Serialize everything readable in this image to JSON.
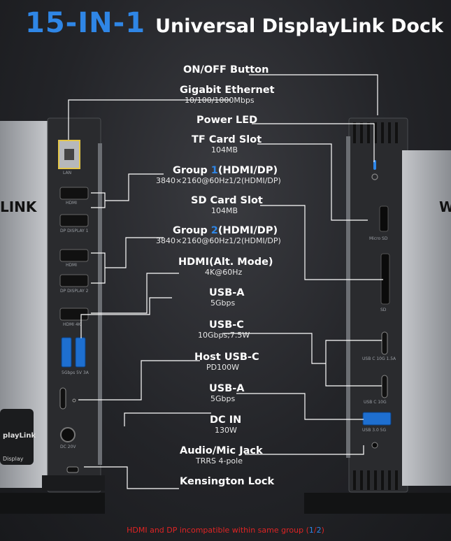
{
  "header": {
    "title_number": "15-IN-1",
    "title_text": "Universal DisplayLink Dock"
  },
  "labels": {
    "on_off": "ON/OFF Button",
    "ethernet": "Gigabit Ethernet",
    "ethernet_sub": "10/100/1000Mbps",
    "power_led": "Power LED",
    "tf_card": "TF Card Slot",
    "tf_card_sub": "104MB",
    "group1_a": "Group ",
    "group1_num": "1",
    "group1_b": "(HDMI/DP)",
    "group1_sub": "3840×2160@60Hz1/2(HDMI/DP)",
    "sd_card": "SD Card Slot",
    "sd_card_sub": "104MB",
    "group2_a": "Group ",
    "group2_num": "2",
    "group2_b": "(HDMI/DP)",
    "group2_sub": "3840×2160@60Hz1/2(HDMI/DP)",
    "hdmi_alt": "HDMI(Alt. Mode)",
    "hdmi_alt_sub": "4K@60Hz",
    "usba1": "USB-A",
    "usba1_sub": "5Gbps",
    "usbc": "USB-C",
    "usbc_sub": "10Gbps;7.5W",
    "host_usbc": "Host USB-C",
    "host_usbc_sub": "PD100W",
    "usba2": "USB-A",
    "usba2_sub": "5Gbps",
    "dc_in": "DC IN",
    "dc_in_sub": "130W",
    "audio": "Audio/Mic Jack",
    "audio_sub": "TRRS 4-pole",
    "kensington": "Kensington Lock"
  },
  "device": {
    "left_brand": "LINK",
    "right_brand": "W",
    "left_badge_1": "playLink",
    "left_badge_2": "Display",
    "port_labels": {
      "lan": "LAN",
      "hdmi1": "HDMI",
      "dp1": "DP DISPLAY 1",
      "hdmi2": "HDMI",
      "dp2": "DP DISPLAY 2",
      "hdmi3": "HDMI 4K",
      "usb": "5Gbps 5V 3A",
      "dc": "DC 20V",
      "microsd": "Micro SD",
      "sd": "SD",
      "usbc1": "USB C 10G 1.5A",
      "usbc2": "USB C 10G",
      "usba": "USB 3.0 5G"
    }
  },
  "footer": {
    "text_a": "HDMI and DP incompatible within same group (",
    "num1": "1",
    "slash": "/",
    "num2": "2",
    "text_b": ")"
  },
  "colors": {
    "accent": "#2f86e6",
    "footer_red": "#e02424",
    "line": "#ffffff"
  }
}
